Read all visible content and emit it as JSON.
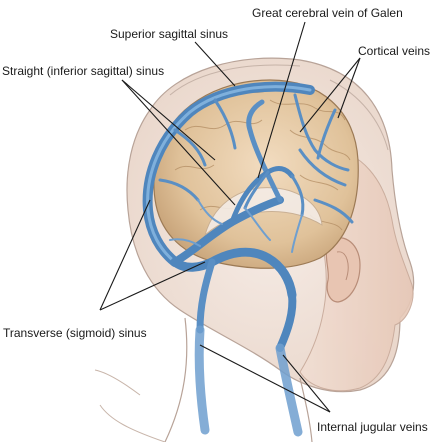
{
  "labels": {
    "great_cerebral_vein": "Great cerebral vein of Galen",
    "superior_sagittal_sinus": "Superior sagittal sinus",
    "cortical_veins": "Cortical veins",
    "straight_sinus": "Straight (inferior sagittal) sinus",
    "transverse_sinus": "Transverse (sigmoid) sinus",
    "internal_jugular_veins": "Internal jugular veins"
  },
  "colors": {
    "vein": "#4f86bd",
    "vein_light": "#7fb0dc",
    "brain": "#e3c9a4",
    "skin": "#f0e2d8",
    "leader": "#1a1a1a"
  },
  "icons": [
    "head-outline",
    "brain",
    "venous-network"
  ]
}
